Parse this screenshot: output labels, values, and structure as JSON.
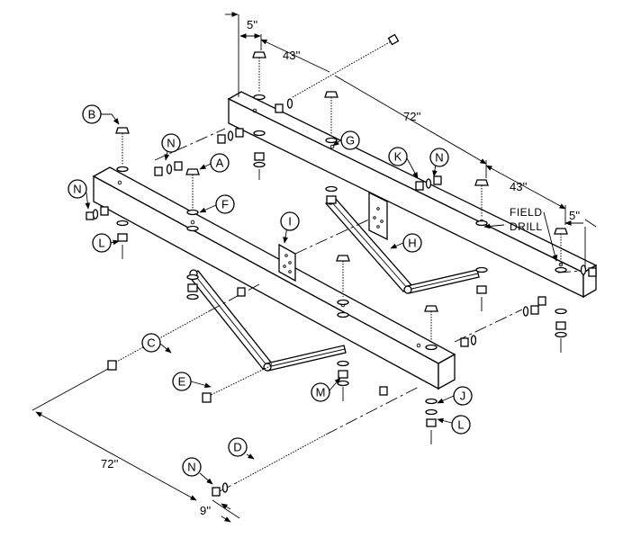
{
  "parts": {
    "A": "A",
    "B": "B",
    "C": "C",
    "D": "D",
    "E": "E",
    "F": "F",
    "G": "G",
    "H": "H",
    "I": "I",
    "J": "J",
    "K": "K",
    "L": "L",
    "M": "M",
    "N": "N"
  },
  "dimensions": {
    "top_offset": "5''",
    "top_span": "43''",
    "beam_length": "72''",
    "right_span": "43''",
    "right_offset": "5''",
    "left_span": "72''",
    "bottom_offset": "9''"
  },
  "notes": {
    "field_line1": "FIELD",
    "field_line2": "DRILL"
  }
}
